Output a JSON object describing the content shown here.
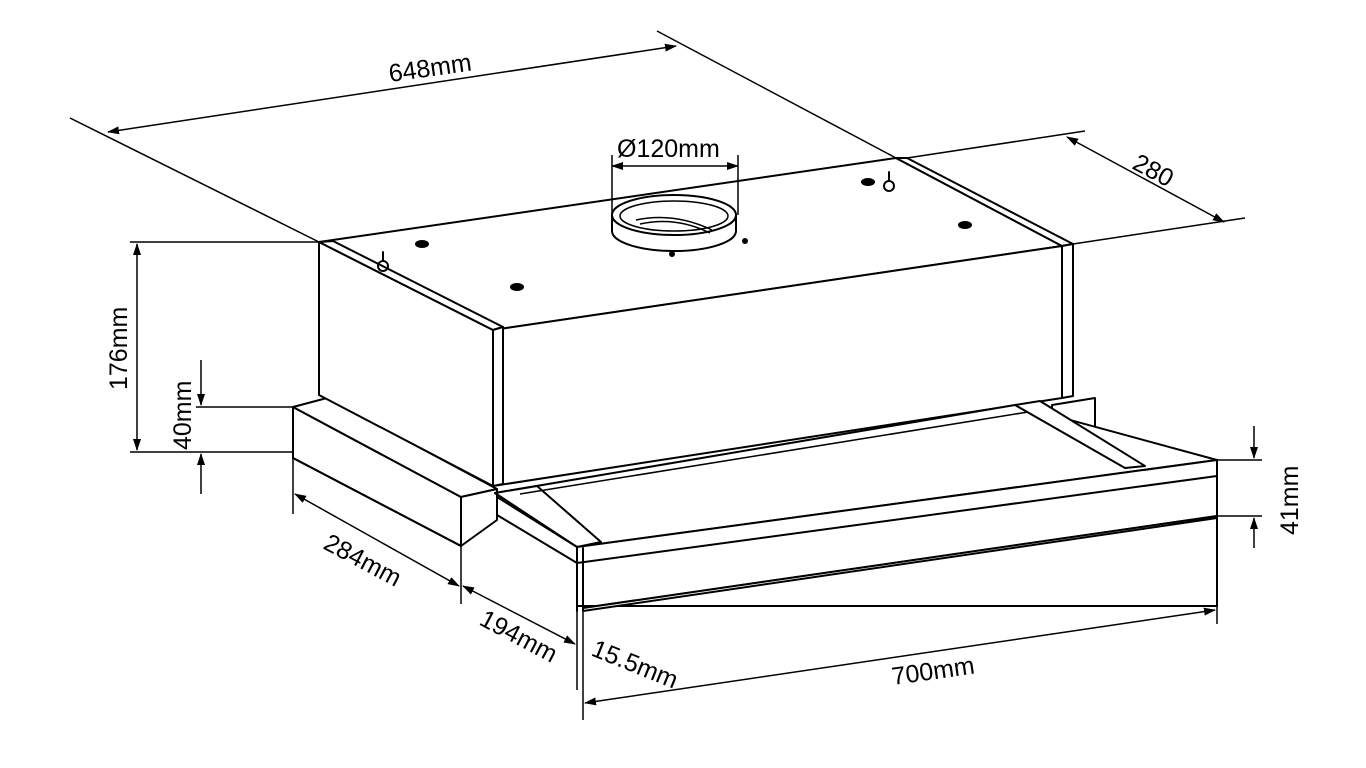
{
  "dimensions": {
    "length_top": "648mm",
    "duct_diameter": "Ø120mm",
    "depth_right": "280",
    "height_total": "176mm",
    "height_base": "40mm",
    "depth_base": "284mm",
    "drawer_extension": "194mm",
    "drawer_panel_thickness": "15.5mm",
    "drawer_width": "700mm",
    "drawer_panel_height": "41mm"
  },
  "colors": {
    "line": "#000000",
    "background": "#ffffff"
  }
}
